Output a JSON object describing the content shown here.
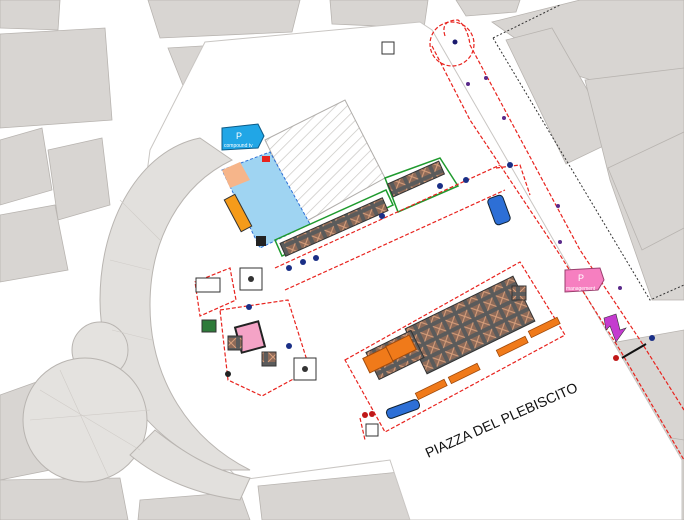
{
  "map": {
    "square_label": "PIAZZA DEL PLEBISCITO",
    "parking_compound": "compound tv",
    "parking_management": "management",
    "parking_symbol": "P"
  },
  "colors": {
    "building": "#d6d3d0",
    "building_edge": "#bcb8b4",
    "colonnade": "#e0dedb",
    "perimeter_red": "#e8231e",
    "tent_green": "#1f9a2e",
    "lighting_blue": "#2d6fd6",
    "truck_dark": "#4a4a4a",
    "truck_crate": "#8a5a44",
    "orange_unit": "#f07a1a",
    "parking_cyan": "#21a6e6",
    "parking_pink": "#f67fc0"
  }
}
